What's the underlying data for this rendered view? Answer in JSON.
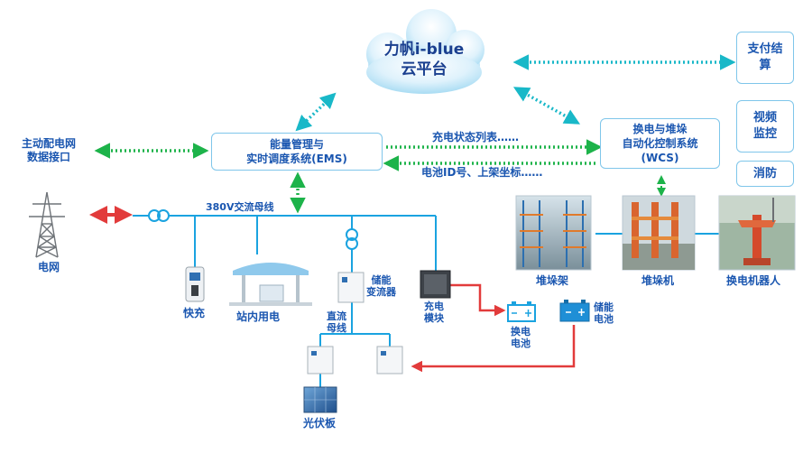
{
  "cloud": {
    "line1": "力帆i-blue",
    "line2": "云平台"
  },
  "ems": {
    "line1": "能量管理与",
    "line2": "实时调度系统(EMS)"
  },
  "wcs": {
    "line1": "换电与堆垛",
    "line2": "自动化控制系统",
    "line3": "(WCS)"
  },
  "grid_interface": {
    "line1": "主动配电网",
    "line2": "数据接口"
  },
  "right_panel": {
    "payment": {
      "line1": "支付结",
      "line2": "算"
    },
    "video": {
      "line1": "视频",
      "line2": "监控"
    },
    "fire": "消防"
  },
  "links": {
    "charge_status": "充电状态列表……",
    "battery_id": "电池ID号、上架坐标……"
  },
  "bus": {
    "ac": "380V交流母线",
    "dc_line1": "直流",
    "dc_line2": "母线"
  },
  "devices": {
    "grid": "电网",
    "fast_charge": "快充",
    "station_power": "站内用电",
    "storage_converter": {
      "line1": "储能",
      "line2": "变流器"
    },
    "charge_module": {
      "line1": "充电",
      "line2": "模块"
    },
    "swap_battery": {
      "line1": "换电",
      "line2": "电池"
    },
    "storage_battery": {
      "line1": "储能",
      "line2": "电池"
    },
    "pv": "光伏板",
    "stacking_rack": "堆垛架",
    "stacker": "堆垛机",
    "swap_robot": "换电机器人"
  },
  "colors": {
    "label_blue": "#1a56b0",
    "bus_blue": "#1aa3e0",
    "green_link": "#1db34a",
    "red_power": "#e23b3b",
    "teal_dashed": "#19b8c8"
  }
}
